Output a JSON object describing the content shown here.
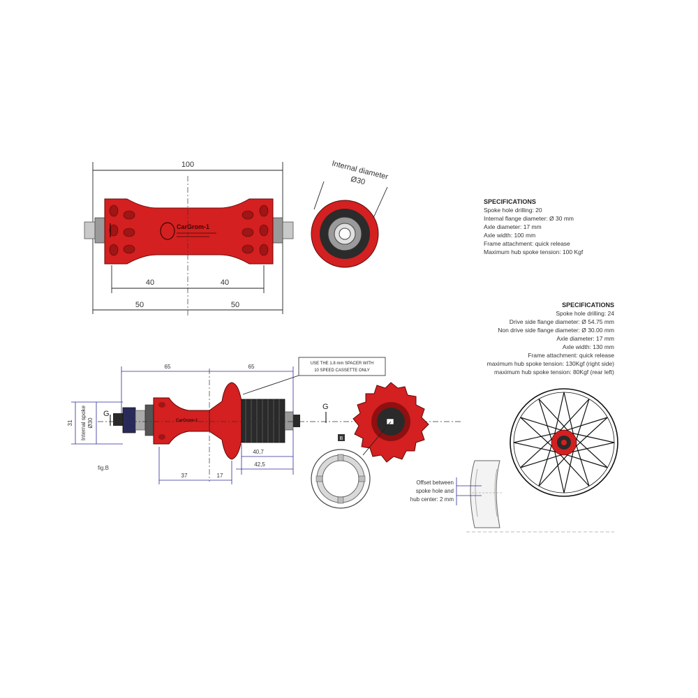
{
  "front_hub": {
    "dim_total": "100",
    "dim_flange_left": "40",
    "dim_flange_right": "40",
    "dim_half_left": "50",
    "dim_half_right": "50",
    "brand_text": "CarGrom-1",
    "end_view_label_line1": "Internal diameter",
    "end_view_label_line2": "Ø30"
  },
  "front_specs": {
    "heading": "SPECIFICATIONS",
    "lines": [
      "Spoke hole drilling: 20",
      "Internal flange diameter: Ø 30 mm",
      "Axle diameter: 17 mm",
      "Axle width: 100 mm",
      "Frame attachment: quick release",
      "Maximum hub spoke tension: 100 Kgf"
    ]
  },
  "rear_specs": {
    "heading": "SPECIFICATIONS",
    "lines": [
      "Spoke hole drilling: 24",
      "Drive side flange diameter: Ø 54.75 mm",
      "Non drive side flange diameter: Ø 30.00 mm",
      "Axle diameter: 17 mm",
      "Axle width: 130 mm",
      "Frame attachment: quick release",
      "maximum hub spoke tension: 130Kgf (right side)",
      "maximum hub spoke tension: 80Kgf (rear left)"
    ]
  },
  "rear_hub": {
    "dim_top_left": "65",
    "dim_top_right": "65",
    "note_line1": "USE THE 1.8 mm SPACER WITH",
    "note_line2": "10 SPEED CASSETTE ONLY",
    "dim_vertical_outer": "31",
    "dim_vertical_inner_1": "Internal spoke",
    "dim_vertical_inner_2": "Ø30",
    "label_g_left": "G",
    "label_g_right": "G",
    "dim_40_7": "40,7",
    "dim_42_5": "42,5",
    "dim_37": "37",
    "dim_17": "17",
    "fig_label": "fig.B",
    "section_marker": "B",
    "offset_line1": "Offset between",
    "offset_line2": "spoke hole and",
    "offset_line3": "hub center: 2 mm"
  },
  "colors": {
    "hub_red": "#d42020",
    "hub_dark_red": "#8f1010",
    "dim_blue": "#2a2a9a",
    "metal_gray": "#b8b8b8"
  }
}
